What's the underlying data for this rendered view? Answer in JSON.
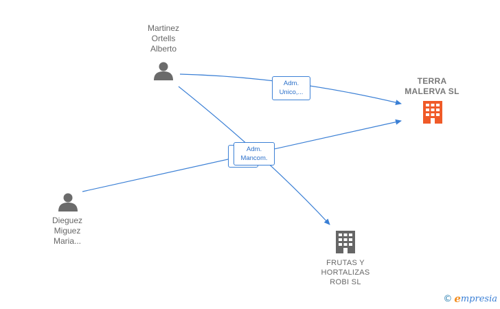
{
  "nodes": {
    "person_1": {
      "label": "Martinez\nOrtells\nAlberto",
      "icon": "person-icon"
    },
    "person_2": {
      "label": "Dieguez\nMiguez\nMaria...",
      "icon": "person-icon"
    },
    "company_main": {
      "label": "TERRA\nMALERVA  SL",
      "icon": "building-icon",
      "color": "#f05a28"
    },
    "company_2": {
      "label": "FRUTAS Y\nHORTALIZAS\nROBI  SL",
      "icon": "building-icon",
      "color": "#666666"
    }
  },
  "edges": {
    "e1": {
      "label": "Adm.\nUnico,..."
    },
    "e2": {
      "label": "Adm.\nMancom."
    }
  },
  "colors": {
    "edge": "#3a7fd5",
    "person": "#6b6b6b"
  },
  "brand": {
    "copyright": "©",
    "initial": "e",
    "name": "mpresia"
  }
}
